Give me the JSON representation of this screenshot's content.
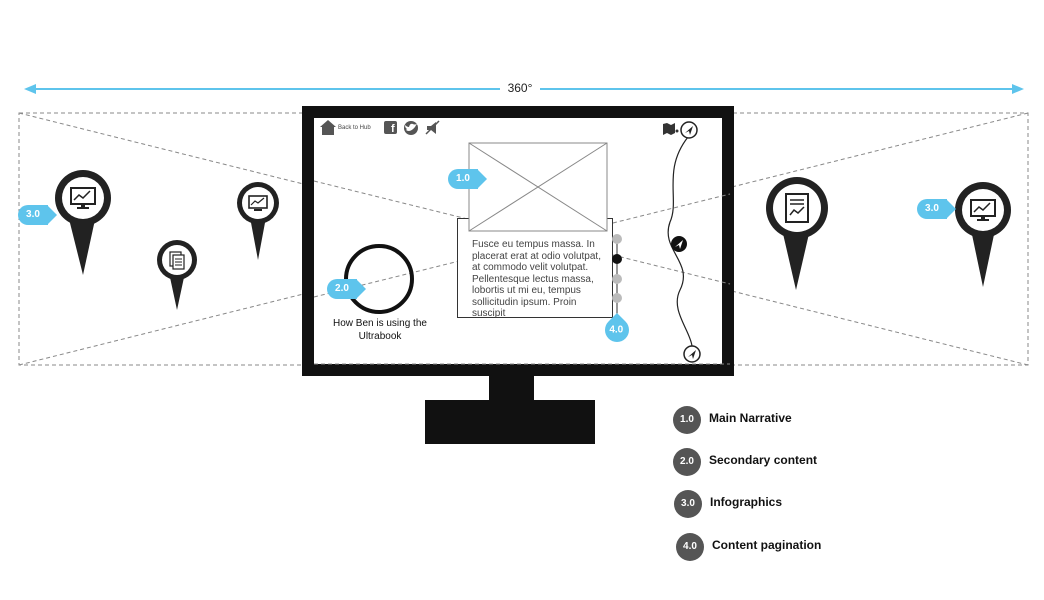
{
  "header": {
    "degrees_label": "360°"
  },
  "screen": {
    "back_to_hub_label": "Back to Hub",
    "body_text": "Fusce eu tempus massa. In placerat erat at odio volutpat, at commodo velit volutpat. Pellentesque lectus massa, lobortis ut mi eu, tempus sollicitudin ipsum. Proin suscipit",
    "secondary_caption": "How Ben is using the Ultrabook"
  },
  "tags": {
    "main": "1.0",
    "secondary": "2.0",
    "infographic_left": "3.0",
    "infographic_right": "3.0",
    "pagination": "4.0"
  },
  "legend": [
    {
      "badge": "1.0",
      "label": "Main Narrative"
    },
    {
      "badge": "2.0",
      "label": "Secondary content"
    },
    {
      "badge": "3.0",
      "label": "Infographics"
    },
    {
      "badge": "4.0",
      "label": "Content pagination"
    }
  ],
  "colors": {
    "accent_blue": "#5ec4ec",
    "monitor_black": "#111111",
    "legend_grey": "#555555",
    "dash_grey": "#888888"
  },
  "icons": [
    "home-icon",
    "facebook-icon",
    "twitter-icon",
    "mute-icon",
    "map-icon",
    "navigation-arrow-icon",
    "chart-monitor-icon",
    "document-chart-icon",
    "document-icon"
  ]
}
